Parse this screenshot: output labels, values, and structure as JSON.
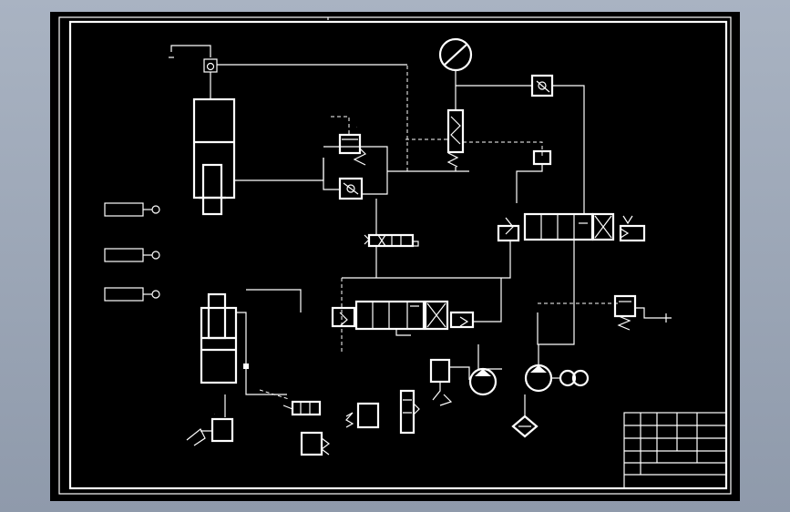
{
  "diagram": {
    "title": "",
    "components": [
      {
        "id": "main-cylinder",
        "label": ""
      },
      {
        "id": "lower-cylinder",
        "label": ""
      },
      {
        "id": "pressure-gauge",
        "label": ""
      },
      {
        "id": "pump-1",
        "label": ""
      },
      {
        "id": "pump-2",
        "label": ""
      },
      {
        "id": "filter",
        "label": ""
      }
    ]
  },
  "title_block": {
    "rows": [
      "",
      "",
      "",
      "",
      "",
      ""
    ]
  }
}
